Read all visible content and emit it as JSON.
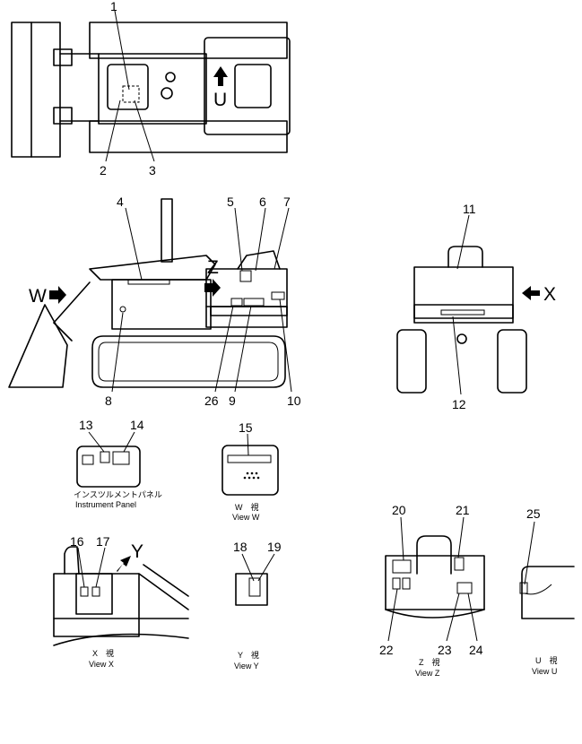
{
  "callouts": [
    "1",
    "2",
    "3",
    "4",
    "5",
    "6",
    "7",
    "8",
    "9",
    "10",
    "11",
    "12",
    "13",
    "14",
    "15",
    "16",
    "17",
    "18",
    "19",
    "20",
    "21",
    "22",
    "23",
    "24",
    "25",
    "26"
  ],
  "view_markers": {
    "u": "U",
    "z": "Z",
    "w": "W",
    "x": "X",
    "y": "Y"
  },
  "captions": {
    "instrument_jp": "インスツルメントパネル",
    "instrument_en": "Instrument  Panel",
    "view_w_jp": "W　視",
    "view_w_en": "View  W",
    "view_x_jp": "X　視",
    "view_x_en": "View  X",
    "view_y_jp": "Y　視",
    "view_y_en": "View  Y",
    "view_z_jp": "Z　視",
    "view_z_en": "View  Z",
    "view_u_jp": "U　視",
    "view_u_en": "View  U"
  }
}
